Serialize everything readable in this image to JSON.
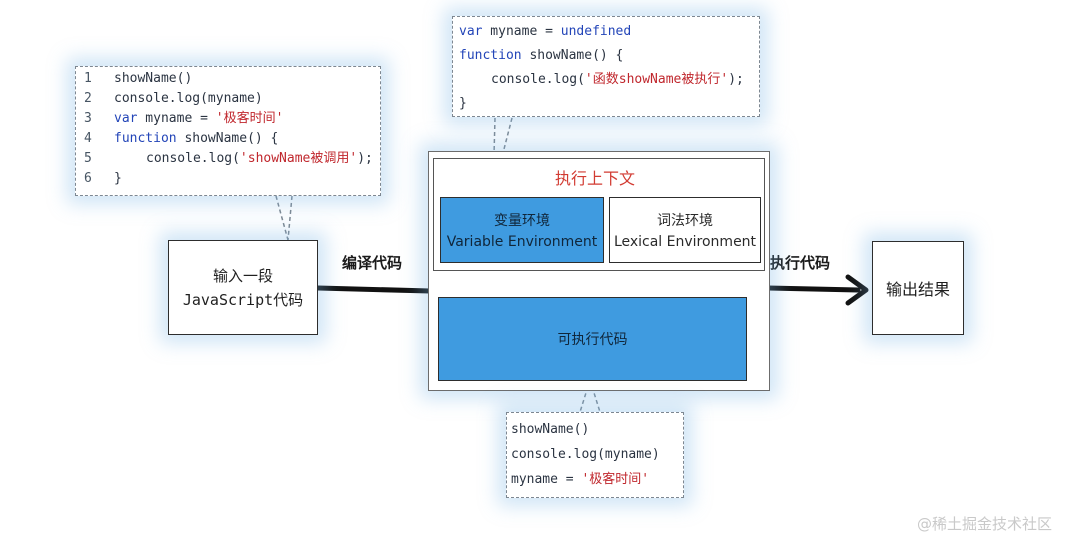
{
  "code_box_left": {
    "lines": [
      {
        "num": "1",
        "parts": [
          {
            "t": "showName()",
            "c": "fn"
          }
        ],
        "indent": false
      },
      {
        "num": "2",
        "parts": [
          {
            "t": "console.log(myname)",
            "c": "fn"
          }
        ],
        "indent": false
      },
      {
        "num": "3",
        "parts": [
          {
            "t": "var",
            "c": "kw"
          },
          {
            "t": " myname = ",
            "c": "fn"
          },
          {
            "t": "'极客时间'",
            "c": "str"
          }
        ],
        "indent": false
      },
      {
        "num": "4",
        "parts": [
          {
            "t": "function",
            "c": "kw"
          },
          {
            "t": " showName() {",
            "c": "fn"
          }
        ],
        "indent": false
      },
      {
        "num": "5",
        "parts": [
          {
            "t": "console.log(",
            "c": "fn"
          },
          {
            "t": "'showName被调用'",
            "c": "str"
          },
          {
            "t": ");",
            "c": "fn"
          }
        ],
        "indent": true
      },
      {
        "num": "6",
        "parts": [
          {
            "t": "}",
            "c": "fn"
          }
        ],
        "indent": false
      }
    ]
  },
  "code_box_top": {
    "lines": [
      {
        "parts": [
          {
            "t": "var",
            "c": "kw"
          },
          {
            "t": " myname = ",
            "c": "fn"
          },
          {
            "t": "undefined",
            "c": "kw"
          }
        ],
        "indent": false
      },
      {
        "parts": [
          {
            "t": "function",
            "c": "kw"
          },
          {
            "t": " showName() {",
            "c": "fn"
          }
        ],
        "indent": false
      },
      {
        "parts": [
          {
            "t": "console.log(",
            "c": "fn"
          },
          {
            "t": "'函数showName被执行'",
            "c": "str"
          },
          {
            "t": ");",
            "c": "fn"
          }
        ],
        "indent": true
      },
      {
        "parts": [
          {
            "t": "}",
            "c": "fn"
          }
        ],
        "indent": false
      }
    ]
  },
  "code_box_bottom": {
    "lines": [
      {
        "parts": [
          {
            "t": "showName()",
            "c": "fn"
          }
        ],
        "indent": false
      },
      {
        "parts": [
          {
            "t": "console.log(myname)",
            "c": "fn"
          }
        ],
        "indent": false
      },
      {
        "parts": [
          {
            "t": "myname = ",
            "c": "fn"
          },
          {
            "t": "'极客时间'",
            "c": "str"
          }
        ],
        "indent": false
      }
    ]
  },
  "input_box": {
    "line1": "输入一段",
    "line2": "JavaScript代码"
  },
  "compile_label": "编译代码",
  "execute_label": "执行代码",
  "output_box": "输出结果",
  "context_title": "执行上下文",
  "var_env": {
    "zh": "变量环境",
    "en": "Variable Environment"
  },
  "lex_env": {
    "zh": "词法环境",
    "en": "Lexical Environment"
  },
  "exec_code": "可执行代码",
  "watermark": "@稀土掘金技术社区",
  "colors": {
    "keyword": "#2345b8",
    "string": "#c0272d",
    "blue_box": "#3f9be0",
    "context_title": "#d23b32"
  }
}
